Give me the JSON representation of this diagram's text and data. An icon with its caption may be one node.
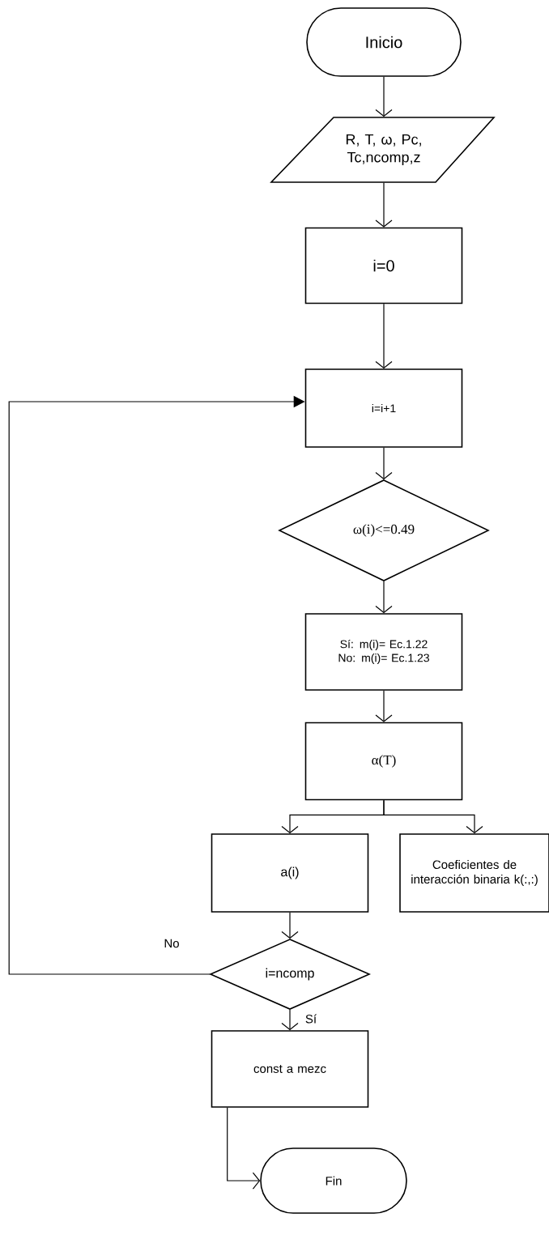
{
  "diagram": {
    "nodes": [
      {
        "text": [
          "Inicio"
        ]
      },
      {
        "text": [
          "R, T, ω, Pc, Tc,ncomp,z"
        ]
      },
      {
        "text": [
          "i=0"
        ]
      },
      {
        "text": [
          "i=i+1"
        ]
      },
      {
        "text": [
          "ω(i)<=0.49"
        ]
      },
      {
        "text": [
          "Sí: m(i)= Ec.1.22  No: m(i)= Ec.1.23"
        ]
      },
      {
        "text": [
          "α(T)"
        ]
      },
      {
        "text": [
          "a(i)"
        ]
      },
      {
        "text": [
          "Coeficientes de interacción binaria k(:,:)"
        ]
      },
      {
        "text": [
          "i=ncomp"
        ]
      },
      {
        "text": [
          "const a mezc"
        ]
      },
      {
        "text": [
          "Fin"
        ]
      }
    ],
    "edges": [
      {
        "from": 0,
        "to": 1,
        "arrow": "to"
      },
      {
        "from": 1,
        "to": 2,
        "arrow": "to"
      },
      {
        "from": 2,
        "to": 3,
        "arrow": "to"
      },
      {
        "from": 3,
        "to": 4,
        "arrow": "to"
      },
      {
        "from": 4,
        "to": 5,
        "arrow": "to"
      },
      {
        "from": 5,
        "to": 6,
        "arrow": "to"
      },
      {
        "from": 6,
        "to": 7,
        "arrow": "to"
      },
      {
        "from": 6,
        "to": 8,
        "arrow": "to"
      },
      {
        "from": 7,
        "to": 9,
        "arrow": "to"
      },
      {
        "from": 9,
        "to": 3,
        "arrow": "to",
        "label": "No"
      },
      {
        "from": 9,
        "to": 10,
        "arrow": "to",
        "label": "Sí"
      },
      {
        "from": 10,
        "to": 11,
        "arrow": "to"
      }
    ]
  }
}
